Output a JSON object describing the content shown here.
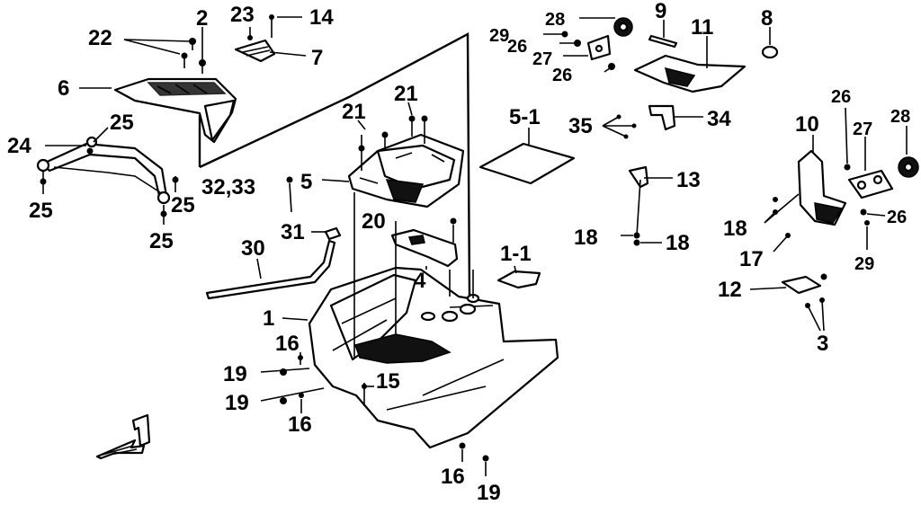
{
  "callouts": [
    {
      "id": "c22",
      "text": "22"
    },
    {
      "id": "c2",
      "text": "2"
    },
    {
      "id": "c23",
      "text": "23"
    },
    {
      "id": "c14",
      "text": "14"
    },
    {
      "id": "c7",
      "text": "7"
    },
    {
      "id": "c6",
      "text": "6"
    },
    {
      "id": "c25a",
      "text": "25"
    },
    {
      "id": "c24",
      "text": "24"
    },
    {
      "id": "c25b",
      "text": "25"
    },
    {
      "id": "c25c",
      "text": "25"
    },
    {
      "id": "c25d",
      "text": "25"
    },
    {
      "id": "c21a",
      "text": "21"
    },
    {
      "id": "c21b",
      "text": "21"
    },
    {
      "id": "c5",
      "text": "5"
    },
    {
      "id": "c3233",
      "text": "32,33"
    },
    {
      "id": "c31",
      "text": "31"
    },
    {
      "id": "c30",
      "text": "30"
    },
    {
      "id": "c20",
      "text": "20"
    },
    {
      "id": "c4",
      "text": "4"
    },
    {
      "id": "c1",
      "text": "1"
    },
    {
      "id": "c16a",
      "text": "16"
    },
    {
      "id": "c19a",
      "text": "19"
    },
    {
      "id": "c19b",
      "text": "19"
    },
    {
      "id": "c16b",
      "text": "16"
    },
    {
      "id": "c15",
      "text": "15"
    },
    {
      "id": "c16c",
      "text": "16"
    },
    {
      "id": "c19c",
      "text": "19"
    },
    {
      "id": "c11",
      "text": "11"
    },
    {
      "id": "c1_1",
      "text": "1-1"
    },
    {
      "id": "c5_1",
      "text": "5-1"
    },
    {
      "id": "c29a",
      "text": "29"
    },
    {
      "id": "c28a",
      "text": "28"
    },
    {
      "id": "c26a",
      "text": "26"
    },
    {
      "id": "c27a",
      "text": "27"
    },
    {
      "id": "c26b",
      "text": "26"
    },
    {
      "id": "c9",
      "text": "9"
    },
    {
      "id": "c8",
      "text": "8"
    },
    {
      "id": "c35",
      "text": "35"
    },
    {
      "id": "c34",
      "text": "34"
    },
    {
      "id": "c13",
      "text": "13"
    },
    {
      "id": "c18a",
      "text": "18"
    },
    {
      "id": "c18b",
      "text": "18"
    },
    {
      "id": "c10",
      "text": "10"
    },
    {
      "id": "c26c",
      "text": "26"
    },
    {
      "id": "c27b",
      "text": "27"
    },
    {
      "id": "c28b",
      "text": "28"
    },
    {
      "id": "c18c",
      "text": "18"
    },
    {
      "id": "c26d",
      "text": "26"
    },
    {
      "id": "c17",
      "text": "17"
    },
    {
      "id": "c29b",
      "text": "29"
    },
    {
      "id": "c12",
      "text": "12"
    },
    {
      "id": "c3",
      "text": "3"
    }
  ],
  "direction_mark": {
    "icon": "front-arrow-icon",
    "letter": "F"
  }
}
